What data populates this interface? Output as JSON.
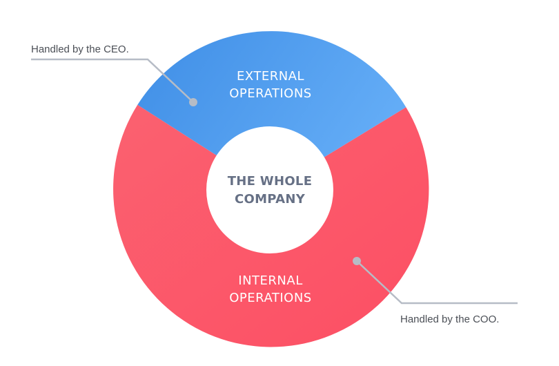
{
  "center": {
    "line1": "THE WHOLE",
    "line2": "COMPANY"
  },
  "segments": {
    "external": {
      "line1": "EXTERNAL",
      "line2": "OPERATIONS"
    },
    "internal": {
      "line1": "INTERNAL",
      "line2": "OPERATIONS"
    }
  },
  "callouts": {
    "ceo": "Handled by the CEO.",
    "coo": "Handled by the COO."
  },
  "colors": {
    "external": "#4a98ee",
    "internal": "#fd5568",
    "center": "#ffffff",
    "connector": "#b6bcc6",
    "center_text": "#667085"
  }
}
